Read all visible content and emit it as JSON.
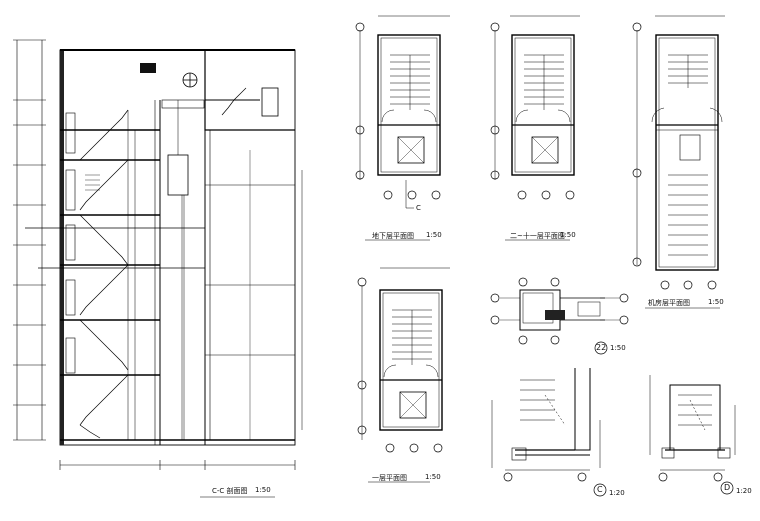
{
  "sheet": {
    "section_cc": {
      "title": "C-C 剖面图",
      "scale": "1:50"
    },
    "plan_basement": {
      "title": "地下层平面图",
      "scale": "1:50"
    },
    "plan_2_to_11": {
      "title": "二~十一层平面图",
      "scale": "1:50"
    },
    "plan_roof": {
      "title": "机房层平面图",
      "scale": "1:50"
    },
    "plan_ground": {
      "title": "一层平面图",
      "scale": "1:50"
    },
    "detail_22": {
      "number": "22",
      "scale": "1:50"
    },
    "detail_c": {
      "letter": "C",
      "scale": "1:20"
    },
    "detail_d": {
      "letter": "D",
      "scale": "1:20"
    },
    "section_cut_label": "C"
  }
}
